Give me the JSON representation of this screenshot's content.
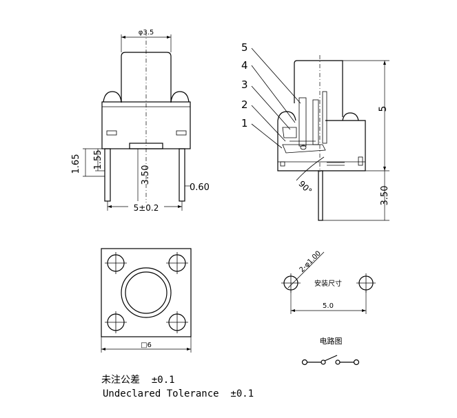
{
  "front_view": {
    "dim_diameter": "φ3.5",
    "dim_height_1": "1.65",
    "dim_height_2": "1.55",
    "dim_center": "3.50",
    "dim_pin": "0.60",
    "dim_width": "5±0.2"
  },
  "side_view": {
    "callouts": [
      "5",
      "4",
      "3",
      "2",
      "1"
    ],
    "dim_height": "5",
    "dim_lead": "3.50",
    "angle": "90°"
  },
  "top_view": {
    "dim_square": "□6"
  },
  "mounting": {
    "dim_holes": "2-φ1.00",
    "label": "安装尺寸",
    "dim_spacing": "5.0"
  },
  "circuit": {
    "label": "电路图"
  },
  "notes": {
    "cn": "未注公差  ±0.1",
    "en": "Undeclared Tolerance  ±0.1"
  }
}
